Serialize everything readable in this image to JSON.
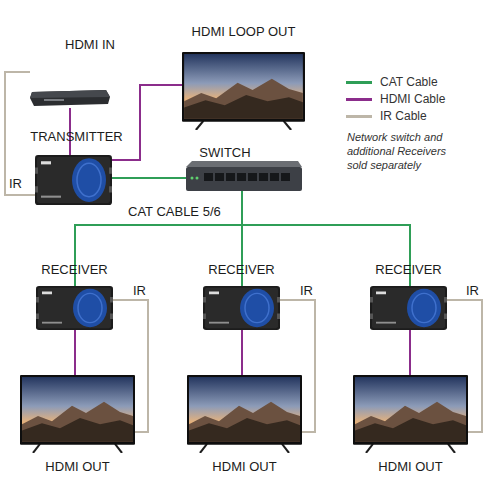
{
  "diagram": {
    "nodes": [
      {
        "text": [
          "HDMI IN"
        ]
      },
      {
        "text": [
          "HDMI LOOP OUT"
        ]
      },
      {
        "text": [
          "TRANSMITTER"
        ]
      },
      {
        "text": [
          "SWITCH"
        ]
      },
      {
        "text": [
          "RECEIVER"
        ]
      },
      {
        "text": [
          "RECEIVER"
        ]
      },
      {
        "text": [
          "RECEIVER"
        ]
      },
      {
        "text": [
          "HDMI OUT"
        ]
      },
      {
        "text": [
          "HDMI OUT"
        ]
      },
      {
        "text": [
          "HDMI OUT"
        ]
      }
    ],
    "edges": [
      {
        "from": 0,
        "to": 2,
        "arrow": "none"
      },
      {
        "from": 2,
        "to": 1,
        "arrow": "none"
      },
      {
        "from": 2,
        "to": 0,
        "label": "IR",
        "arrow": "none"
      },
      {
        "from": 2,
        "to": 3,
        "arrow": "none"
      },
      {
        "from": 3,
        "to": 4,
        "arrow": "none"
      },
      {
        "from": 3,
        "to": 5,
        "arrow": "none"
      },
      {
        "from": 3,
        "to": 6,
        "arrow": "none"
      },
      {
        "from": 4,
        "to": 7,
        "arrow": "none"
      },
      {
        "from": 5,
        "to": 8,
        "arrow": "none"
      },
      {
        "from": 6,
        "to": 9,
        "arrow": "none"
      },
      {
        "from": 4,
        "to": 7,
        "label": "IR",
        "arrow": "none"
      },
      {
        "from": 5,
        "to": 8,
        "label": "IR",
        "arrow": "none"
      },
      {
        "from": 6,
        "to": 9,
        "label": "IR",
        "arrow": "none"
      }
    ],
    "labels": [
      "CAT CABLE 5/6",
      "Network switch and additional Receivers sold separately"
    ],
    "legend": [
      {
        "text": "CAT Cable",
        "color": "#2f9e57"
      },
      {
        "text": "HDMI Cable",
        "color": "#8b2d8b"
      },
      {
        "text": "IR Cable",
        "color": "#bdb6a8"
      }
    ]
  }
}
